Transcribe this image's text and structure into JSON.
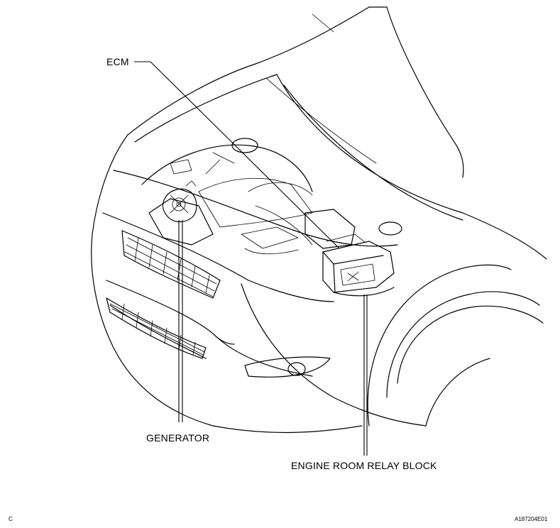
{
  "labels": {
    "ecm": "ECM",
    "generator": "GENERATOR",
    "relay_block": "ENGINE ROOM RELAY BLOCK"
  },
  "footer": {
    "corner_letter": "C",
    "figure_code": "A187204E01"
  }
}
